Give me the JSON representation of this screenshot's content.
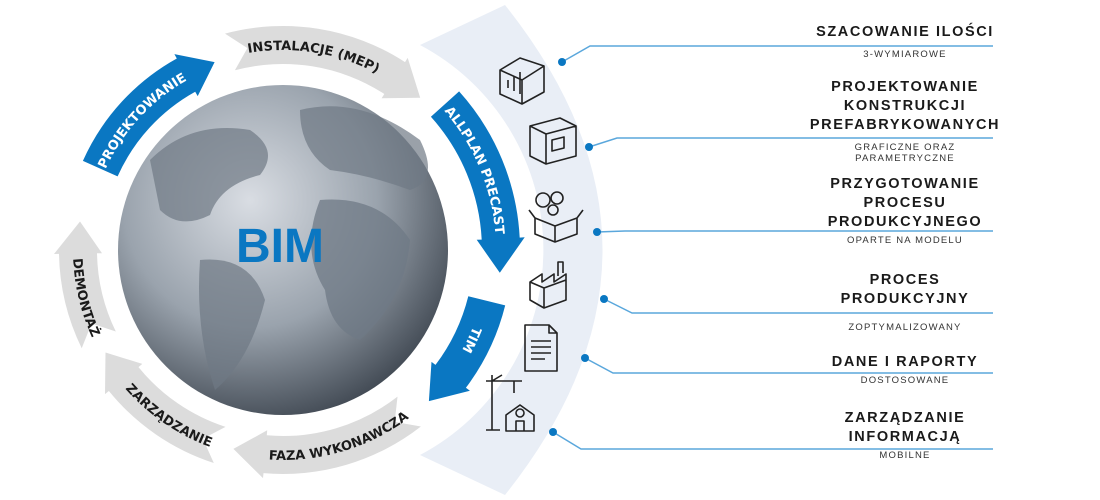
{
  "center_label": "BIM",
  "colors": {
    "blue": "#0a77c2",
    "gray": "#dcdcdc",
    "fan": "#e9eef6",
    "line": "#5aa7dc"
  },
  "ring": [
    {
      "label": "PROJEKTOWANIE",
      "color": "blue"
    },
    {
      "label": "INSTALACJE (MEP)",
      "color": "gray"
    },
    {
      "label": "ALLPLAN PRECAST",
      "color": "blue"
    },
    {
      "label": "TIM",
      "color": "blue"
    },
    {
      "label": "FAZA WYKONAWCZA",
      "color": "gray"
    },
    {
      "label": "ZARZĄDZANIE",
      "color": "gray"
    },
    {
      "label": "DEMONTAŻ",
      "color": "gray"
    }
  ],
  "items": [
    {
      "title": [
        "SZACOWANIE ILOŚCI"
      ],
      "subtitle": [
        "3-WYMIAROWE"
      ],
      "icon": "3d-box-chart-icon"
    },
    {
      "title": [
        "PROJEKTOWANIE",
        "KONSTRUKCJI",
        "PREFABRYKOWANYCH"
      ],
      "subtitle": [
        "GRAFICZNE ORAZ",
        "PARAMETRYCZNE"
      ],
      "icon": "precast-wall-icon"
    },
    {
      "title": [
        "PRZYGOTOWANIE",
        "PROCESU",
        "PRODUKCYJNEGO"
      ],
      "subtitle": [
        "OPARTE NA MODELU"
      ],
      "icon": "gears-box-icon"
    },
    {
      "title": [
        "PROCES",
        "PRODUKCYJNY"
      ],
      "subtitle": [
        "ZOPTYMALIZOWANY"
      ],
      "icon": "factory-icon"
    },
    {
      "title": [
        "DANE I RAPORTY"
      ],
      "subtitle": [
        "DOSTOSOWANE"
      ],
      "icon": "document-icon"
    },
    {
      "title": [
        "ZARZĄDZANIE",
        "INFORMACJĄ"
      ],
      "subtitle": [
        "MOBILNE"
      ],
      "icon": "crane-house-icon"
    }
  ]
}
